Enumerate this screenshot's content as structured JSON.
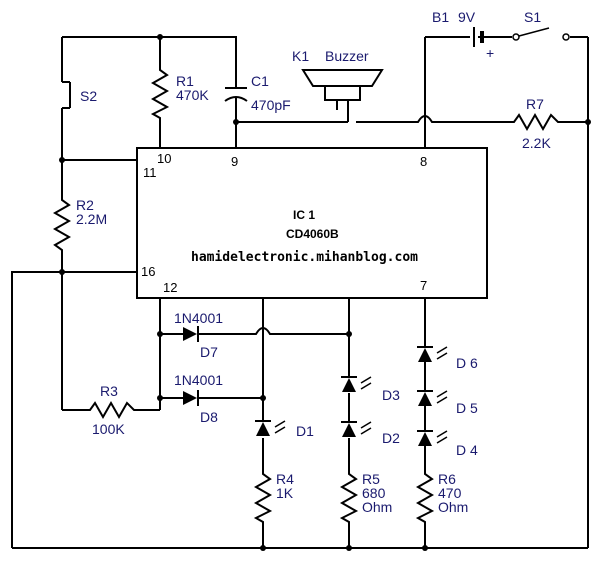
{
  "components": {
    "b1": {
      "name": "B1",
      "value": "9V",
      "polarity": "+"
    },
    "s1": {
      "name": "S1"
    },
    "s2": {
      "name": "S2"
    },
    "k1": {
      "name": "K1",
      "value": "Buzzer"
    },
    "r1": {
      "name": "R1",
      "value": "470K"
    },
    "c1": {
      "name": "C1",
      "value": "470pF"
    },
    "r2": {
      "name": "R2",
      "value": "2.2M"
    },
    "r3": {
      "name": "R3",
      "value": "100K"
    },
    "r7": {
      "name": "R7",
      "value": "2.2K"
    },
    "r4": {
      "name": "R4",
      "value": "1K"
    },
    "r5": {
      "name": "R5",
      "value": "680",
      "unit": "Ohm"
    },
    "r6": {
      "name": "R6",
      "value": "470",
      "unit": "Ohm"
    },
    "d7": {
      "name": "D7",
      "part": "1N4001"
    },
    "d8": {
      "name": "D8",
      "part": "1N4001"
    },
    "d1": {
      "name": "D1"
    },
    "d2": {
      "name": "D2"
    },
    "d3": {
      "name": "D3"
    },
    "d4": {
      "name": "D 4"
    },
    "d5": {
      "name": "D 5"
    },
    "d6": {
      "name": "D 6"
    }
  },
  "ic": {
    "title": "IC 1",
    "part": "CD4060B",
    "url": "hamidelectronic.mihanblog.com",
    "pins": {
      "p10": "10",
      "p9": "9",
      "p8": "8",
      "p11": "11",
      "p16": "16",
      "p12": "12",
      "p7": "7"
    }
  }
}
